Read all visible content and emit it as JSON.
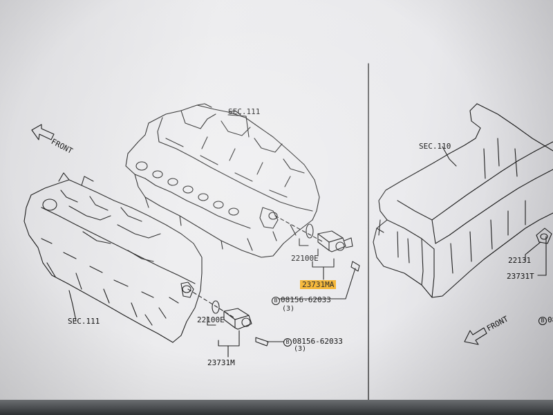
{
  "diagram": {
    "front_label_left": "FRONT",
    "front_label_right": "FRONT",
    "sec_111_upper": "SEC.111",
    "sec_111_lower": "SEC.111",
    "sec_110": "SEC.110",
    "part_22100E_upper": "22100E",
    "part_23731MA": "23731MA",
    "bolt_upper_symbol": "B",
    "bolt_upper_code": "08156-62033",
    "bolt_upper_qty": "(3)",
    "part_22100E_lower": "22100E",
    "bolt_lower_symbol": "B",
    "bolt_lower_code": "08156-62033",
    "bolt_lower_qty": "(3)",
    "part_23731M": "23731M",
    "part_22131": "22131",
    "part_23731T": "23731T",
    "edge_label": "08"
  },
  "colors": {
    "highlight": "#f4b22a",
    "line": "#111111",
    "paper": "#ececee"
  }
}
